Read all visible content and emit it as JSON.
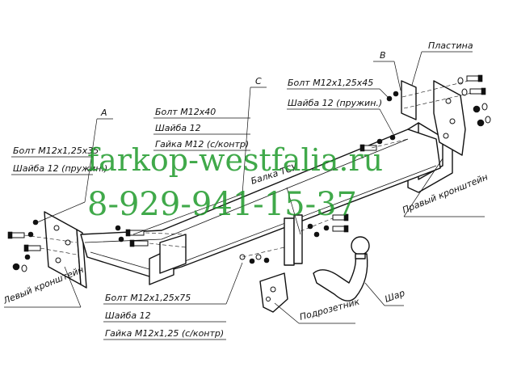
{
  "labels": {
    "plate": "Пластина",
    "section_b": "В",
    "bolt_m12x125x45": "Болт М12х1,25х45",
    "washer_12_spring_top": "Шайба 12 (пружин.)",
    "section_c": "С",
    "bolt_m12x40": "Болт М12х40",
    "washer_12_top": "Шайба 12",
    "nut_m12_top": "Гайка М12 (с/контр)",
    "section_a": "А",
    "bolt_m12x125x35": "Болт М12х1,25х35",
    "washer_12_spring_left": "Шайба 12 (пружин.)",
    "beam": "Балка ТСУ",
    "right_bracket": "Правый кронштейн",
    "left_bracket": "Левый кронштейн",
    "bolt_m12x125x75": "Болт М12х1,25х75",
    "washer_12_bottom": "Шайба 12",
    "nut_m12x125_bottom": "Гайка М12х1,25 (с/контр)",
    "socket_bracket": "Подрозетник",
    "ball": "Шар"
  },
  "watermark": {
    "site": "farkop-westfalia.ru",
    "phone": "8-929-941-15-37",
    "color": "#1f9a2a"
  }
}
